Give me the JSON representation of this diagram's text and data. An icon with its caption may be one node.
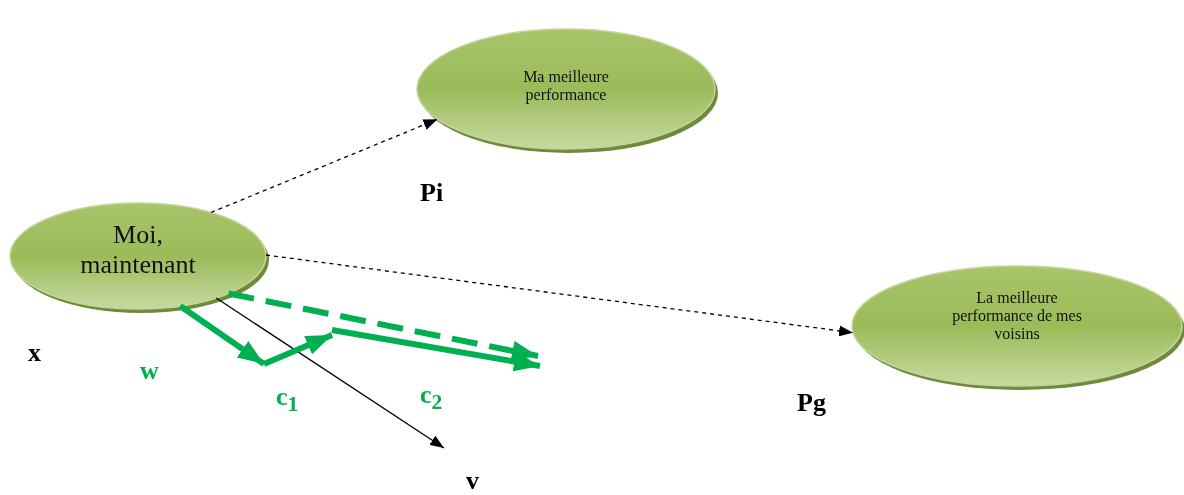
{
  "diagram": {
    "nodes": [
      {
        "text": [
          "Ma meilleure performance"
        ],
        "beside": [
          "Pi"
        ]
      },
      {
        "text": [
          "Moi, maintenant"
        ],
        "beside": [
          "x"
        ]
      },
      {
        "text": [
          "La meilleure performance de mes voisins"
        ],
        "beside": [
          "Pg"
        ]
      }
    ],
    "edges": [
      {
        "from": 1,
        "to": 0,
        "arrow": "to",
        "style": "dashed"
      },
      {
        "from": 1,
        "to": 2,
        "arrow": "to",
        "style": "dashed"
      },
      {
        "from": 1,
        "to": null,
        "arrow": "to"
      },
      {
        "from": 1,
        "to": null,
        "arrow": "to",
        "style": "thick",
        "color": "#00b050",
        "label": "w"
      },
      {
        "from": 1,
        "to": null,
        "arrow": "to",
        "style": "dashed",
        "color": "#00b050"
      }
    ],
    "labels": [
      "c$_{1}$",
      "c$_{2}$",
      "v"
    ]
  }
}
